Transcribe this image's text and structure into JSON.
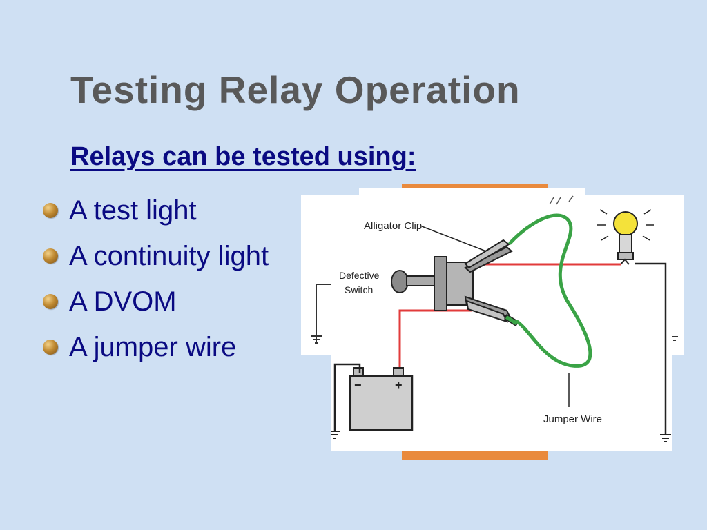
{
  "slide": {
    "title": "Testing Relay Operation",
    "subtitle": "Relays can be tested using:",
    "bullets": [
      "A test light",
      "A continuity light",
      "A DVOM",
      "A jumper wire"
    ]
  },
  "diagram": {
    "labels": {
      "alligator_clip": "Alligator Clip",
      "defective_line1": "Defective",
      "defective_line2": "Switch",
      "jumper_wire": "Jumper Wire",
      "battery_minus": "−",
      "battery_plus": "+"
    }
  },
  "colors": {
    "background": "#cfe0f3",
    "title": "#595959",
    "text": "#0a0a82",
    "wire_red": "#e23b3b",
    "wire_green": "#3aa346",
    "bulb": "#f4e23a"
  }
}
